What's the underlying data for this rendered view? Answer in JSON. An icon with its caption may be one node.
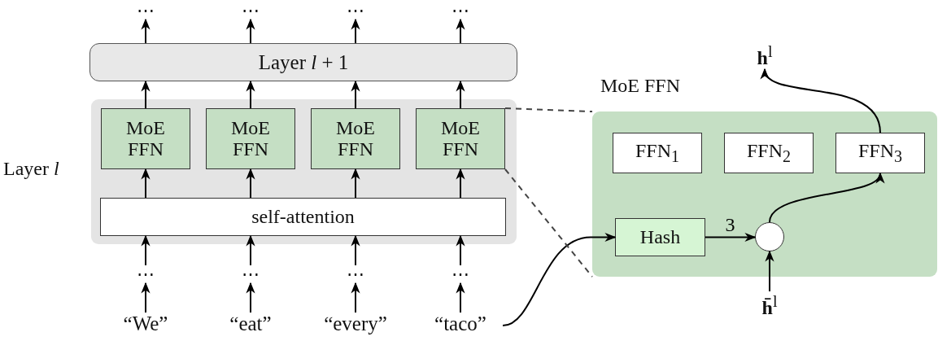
{
  "diagram": {
    "nodes": [
      {
        "text": [
          "⋯"
        ]
      },
      {
        "text": [
          "⋯"
        ]
      },
      {
        "text": [
          "⋯"
        ]
      },
      {
        "text": [
          "⋯"
        ]
      },
      {
        "text": [
          "Layer *l* + 1"
        ]
      },
      {
        "text": [
          "Layer *l*"
        ]
      },
      {
        "text": [
          "MoE FFN"
        ],
        "in": 5
      },
      {
        "text": [
          "MoE FFN"
        ],
        "in": 5
      },
      {
        "text": [
          "MoE FFN"
        ],
        "in": 5
      },
      {
        "text": [
          "MoE FFN"
        ],
        "in": 5
      },
      {
        "text": [
          "self-attention"
        ],
        "in": 5
      },
      {
        "text": [
          "⋯"
        ]
      },
      {
        "text": [
          "⋯"
        ]
      },
      {
        "text": [
          "⋯"
        ]
      },
      {
        "text": [
          "⋯"
        ]
      },
      {
        "text": [
          "“We”"
        ]
      },
      {
        "text": [
          "“eat”"
        ]
      },
      {
        "text": [
          "“every”"
        ]
      },
      {
        "text": [
          "“taco”"
        ]
      },
      {
        "text": [
          "MoE FFN"
        ]
      },
      {
        "text": [
          "FFN$_{1}$"
        ],
        "in": 19
      },
      {
        "text": [
          "FFN$_{2}$"
        ],
        "in": 19
      },
      {
        "text": [
          "FFN$_{3}$"
        ],
        "in": 19
      },
      {
        "text": [
          "Hash"
        ],
        "in": 19
      },
      {
        "text": [],
        "shape": "circle",
        "in": 19
      },
      {
        "text": [
          "**h**$^{l}$"
        ]
      },
      {
        "text": [
          "**h̄**$^{l}$"
        ]
      }
    ],
    "edges": [
      {
        "from": 4,
        "to": 0,
        "arrow": "to"
      },
      {
        "from": 4,
        "to": 1,
        "arrow": "to"
      },
      {
        "from": 4,
        "to": 2,
        "arrow": "to"
      },
      {
        "from": 4,
        "to": 3,
        "arrow": "to"
      },
      {
        "from": 6,
        "to": 4,
        "arrow": "to"
      },
      {
        "from": 7,
        "to": 4,
        "arrow": "to"
      },
      {
        "from": 8,
        "to": 4,
        "arrow": "to"
      },
      {
        "from": 9,
        "to": 4,
        "arrow": "to"
      },
      {
        "from": 10,
        "to": 6,
        "arrow": "to"
      },
      {
        "from": 10,
        "to": 7,
        "arrow": "to"
      },
      {
        "from": 10,
        "to": 8,
        "arrow": "to"
      },
      {
        "from": 10,
        "to": 9,
        "arrow": "to"
      },
      {
        "from": 11,
        "to": 10,
        "arrow": "to"
      },
      {
        "from": 12,
        "to": 10,
        "arrow": "to"
      },
      {
        "from": 13,
        "to": 10,
        "arrow": "to"
      },
      {
        "from": 14,
        "to": 10,
        "arrow": "to"
      },
      {
        "from": 15,
        "to": 11,
        "arrow": "to"
      },
      {
        "from": 16,
        "to": 12,
        "arrow": "to"
      },
      {
        "from": 17,
        "to": 13,
        "arrow": "to"
      },
      {
        "from": 18,
        "to": 14,
        "arrow": "to"
      },
      {
        "from": 18,
        "to": 23,
        "arrow": "to"
      },
      {
        "from": 23,
        "to": 24,
        "arrow": "to",
        "label": "3"
      },
      {
        "from": 24,
        "to": 22,
        "arrow": "to"
      },
      {
        "from": 22,
        "to": 25,
        "arrow": "to"
      },
      {
        "from": 26,
        "to": 24,
        "arrow": "to"
      },
      {
        "from": 9,
        "to": 19,
        "arrow": "none",
        "style": "dashed",
        "color": "#444444"
      },
      {
        "from": 9,
        "to": 19,
        "arrow": "none",
        "style": "dashed",
        "color": "#444444"
      }
    ]
  }
}
